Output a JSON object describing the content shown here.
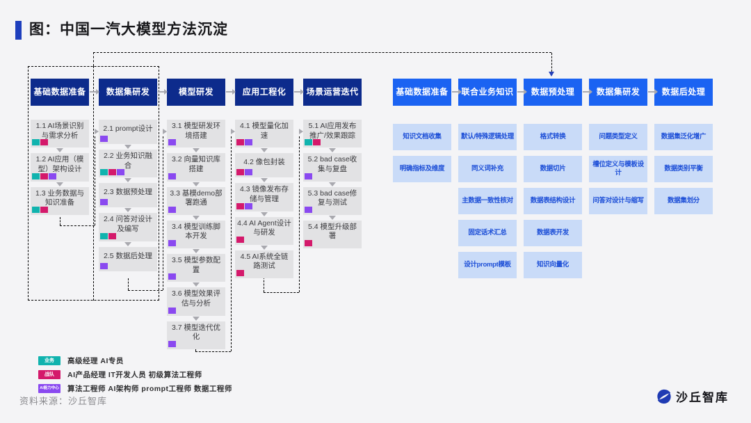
{
  "title": "图：中国一汽大模型方法沉淀",
  "colors": {
    "navy_header": "#0d2b8c",
    "bright_header": "#1b63f2",
    "light_blue_item": "#c9dbf8",
    "blue_item_text": "#1d4fd7",
    "gray_item": "#e2e2e4",
    "teal": "#10b3ae",
    "pink": "#d4196b",
    "purple": "#8a49f0",
    "dashed_blue": "#3253c6",
    "accent_bar": "#1e3fbd"
  },
  "left_flow": {
    "columns": [
      {
        "header": "基础数据准备",
        "items": [
          {
            "label": "1.1 AI场景识别与需求分析",
            "tags": [
              "teal",
              "pink"
            ]
          },
          {
            "label": "1.2 AI应用（模型）架构设计",
            "tags": [
              "teal",
              "pink",
              "purple"
            ]
          },
          {
            "label": "1.3 业务数据与知识准备",
            "tags": [
              "teal",
              "pink"
            ]
          }
        ]
      },
      {
        "header": "数据集研发",
        "items": [
          {
            "label": "2.1 prompt设计",
            "tags": [
              "purple"
            ]
          },
          {
            "label": "2.2 业务知识融合",
            "tags": [
              "teal",
              "pink",
              "purple"
            ]
          },
          {
            "label": "2.3 数据预处理",
            "tags": [
              "purple"
            ]
          },
          {
            "label": "2.4 问答对设计及编写",
            "tags": [
              "teal",
              "pink"
            ]
          },
          {
            "label": "2.5 数据后处理",
            "tags": [
              "purple"
            ]
          }
        ]
      },
      {
        "header": "模型研发",
        "items": [
          {
            "label": "3.1 模型研发环境搭建",
            "tags": [
              "purple"
            ]
          },
          {
            "label": "3.2 向量知识库搭建",
            "tags": [
              "purple"
            ]
          },
          {
            "label": "3.3 基模demo部署跑通",
            "tags": [
              "purple"
            ]
          },
          {
            "label": "3.4 模型训练脚本开发",
            "tags": [
              "purple"
            ]
          },
          {
            "label": "3.5 模型参数配置",
            "tags": [
              "purple"
            ]
          },
          {
            "label": "3.6 模型效果评估与分析",
            "tags": [
              "purple"
            ]
          },
          {
            "label": "3.7 模型迭代优化",
            "tags": [
              "purple"
            ]
          }
        ]
      },
      {
        "header": "应用工程化",
        "items": [
          {
            "label": "4.1 模型量化加速",
            "tags": [
              "pink",
              "purple"
            ]
          },
          {
            "label": "4.2 像包封装",
            "tags": [
              "pink",
              "purple"
            ]
          },
          {
            "label": "4.3 镜像发布存储与管理",
            "tags": [
              "pink",
              "purple"
            ]
          },
          {
            "label": "4.4 AI Agent设计与研发",
            "tags": [
              "pink"
            ]
          },
          {
            "label": "4.5 AI系统全链路测试",
            "tags": [
              "pink"
            ]
          }
        ]
      },
      {
        "header": "场景运营迭代",
        "items": [
          {
            "label": "5.1 AI应用发布推广/效果跟踪",
            "tags": [
              "teal",
              "pink"
            ]
          },
          {
            "label": "5.2 bad case收集与复盘",
            "tags": [
              "purple"
            ]
          },
          {
            "label": "5.3 bad case修复与测试",
            "tags": [
              "purple"
            ]
          },
          {
            "label": "5.4 模型升级部署",
            "tags": [
              "pink"
            ]
          }
        ]
      }
    ]
  },
  "right_flow": {
    "columns": [
      {
        "header": "基础数据准备",
        "items": [
          "知识文档收集",
          "明确指标及维度"
        ]
      },
      {
        "header": "联合业务知识",
        "items": [
          "默认/特殊逻辑处理",
          "同义词补充",
          "主数据一致性核对",
          "固定话术汇总",
          "设计prompt模板"
        ]
      },
      {
        "header": "数据预处理",
        "items": [
          "格式转换",
          "数据切片",
          "数据表结构设计",
          "数据表开发",
          "知识向量化"
        ]
      },
      {
        "header": "数据集研发",
        "items": [
          "问题类型定义",
          "槽位定义与模板设计",
          "问答对设计与缩写"
        ]
      },
      {
        "header": "数据后处理",
        "items": [
          "数据集泛化增广",
          "数据类别平衡",
          "数据集划分"
        ]
      }
    ]
  },
  "legend": [
    {
      "badge": "业务",
      "color": "teal",
      "text": "高级经理  AI专员"
    },
    {
      "badge": "战队",
      "color": "pink",
      "text": "AI产品经理  IT开发人员 初级算法工程师"
    },
    {
      "badge": "AI能力中心",
      "color": "purple",
      "text": "算法工程师  AI架构师  prompt工程师  数据工程师"
    }
  ],
  "footer": {
    "source": "资料来源：沙丘智库",
    "logo_text": "沙丘智库"
  }
}
